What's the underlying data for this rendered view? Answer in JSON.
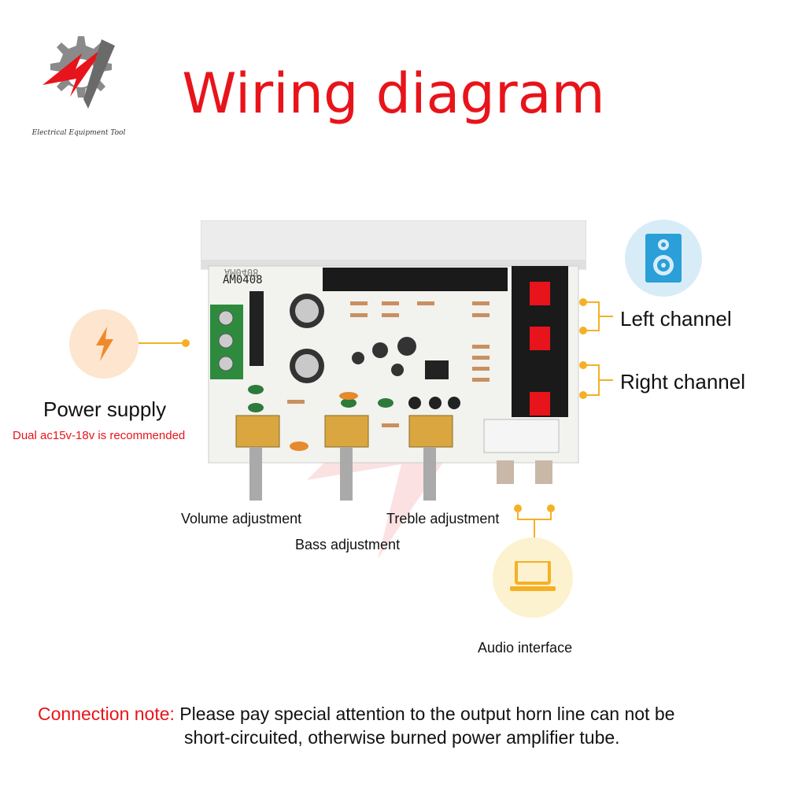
{
  "logo": {
    "icon": "gear-lightning-logo-icon",
    "caption": "Electrical Equipment Tool"
  },
  "title": "Wiring diagram",
  "board": {
    "model": "AM0408",
    "model_mirror": "AM0408"
  },
  "power": {
    "label": "Power supply",
    "sublabel": "Dual ac15v-18v is recommended",
    "icon": "lightning-icon"
  },
  "speaker": {
    "icon": "speaker-icon",
    "left": "Left channel",
    "right": "Right channel"
  },
  "knobs": {
    "volume": "Volume adjustment",
    "bass": "Bass adjustment",
    "treble": "Treble adjustment"
  },
  "audio": {
    "label": "Audio interface",
    "icon": "laptop-icon"
  },
  "note": {
    "label": "Connection note:",
    "line1": "Please pay special attention to the output horn line can not be",
    "line2": "short-circuited, otherwise burned power amplifier tube."
  },
  "colors": {
    "title": "#e8141b",
    "accent": "#f5b025",
    "power_bg": "#fde5cf",
    "speaker_bg": "#d8ecf8",
    "laptop_bg": "#fdf2cf",
    "speaker_icon": "#2a9fd8",
    "laptop_icon": "#f5b025",
    "bolt": "#f0892a"
  }
}
